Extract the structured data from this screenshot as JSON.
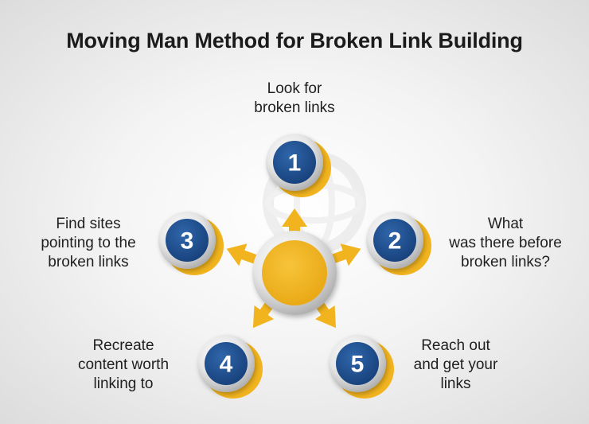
{
  "title": "Moving Man Method for Broken Link Building",
  "colors": {
    "accent_yellow": "#F2B41E",
    "node_blue": "#1F4E8C",
    "ring_gray": "#C8C8C8"
  },
  "steps": [
    {
      "number": "1",
      "label_lines": [
        "Look for",
        "broken links"
      ]
    },
    {
      "number": "2",
      "label_lines": [
        "What",
        "was there before",
        "broken links?"
      ]
    },
    {
      "number": "3",
      "label_lines": [
        "Find sites",
        "pointing to the",
        "broken links"
      ]
    },
    {
      "number": "4",
      "label_lines": [
        "Recreate",
        "content worth",
        "linking to"
      ]
    },
    {
      "number": "5",
      "label_lines": [
        "Reach out",
        "and get your",
        "links"
      ]
    }
  ]
}
